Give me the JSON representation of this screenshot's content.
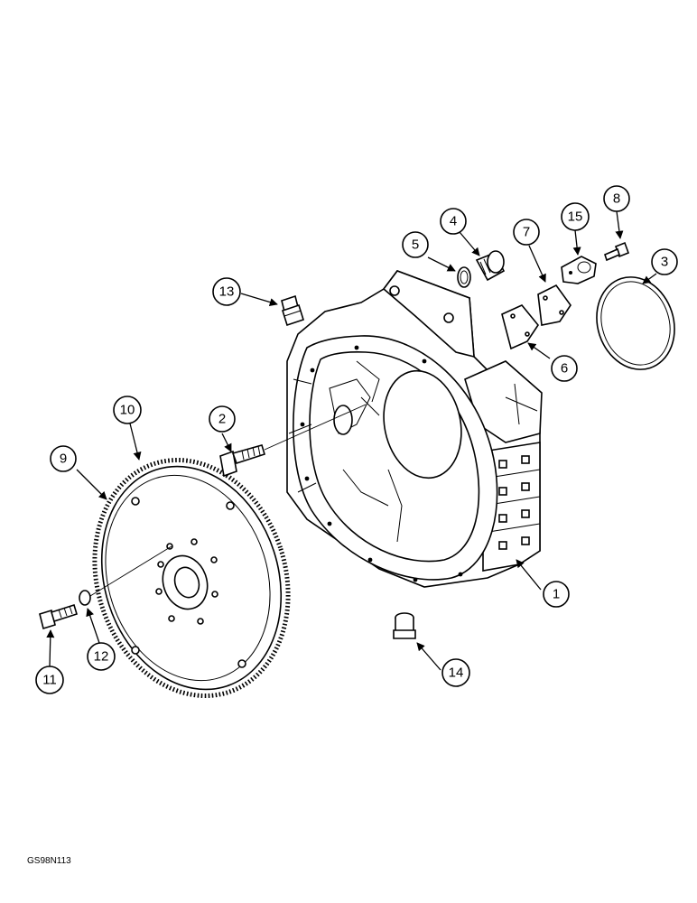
{
  "figure_code": "GS98N113",
  "callouts": [
    {
      "label": "1"
    },
    {
      "label": "2"
    },
    {
      "label": "3"
    },
    {
      "label": "4"
    },
    {
      "label": "5"
    },
    {
      "label": "6"
    },
    {
      "label": "7"
    },
    {
      "label": "8"
    },
    {
      "label": "9"
    },
    {
      "label": "10"
    },
    {
      "label": "11"
    },
    {
      "label": "12"
    },
    {
      "label": "13"
    },
    {
      "label": "14"
    },
    {
      "label": "15"
    }
  ],
  "colors": {
    "line": "#000000",
    "background": "#ffffff"
  }
}
